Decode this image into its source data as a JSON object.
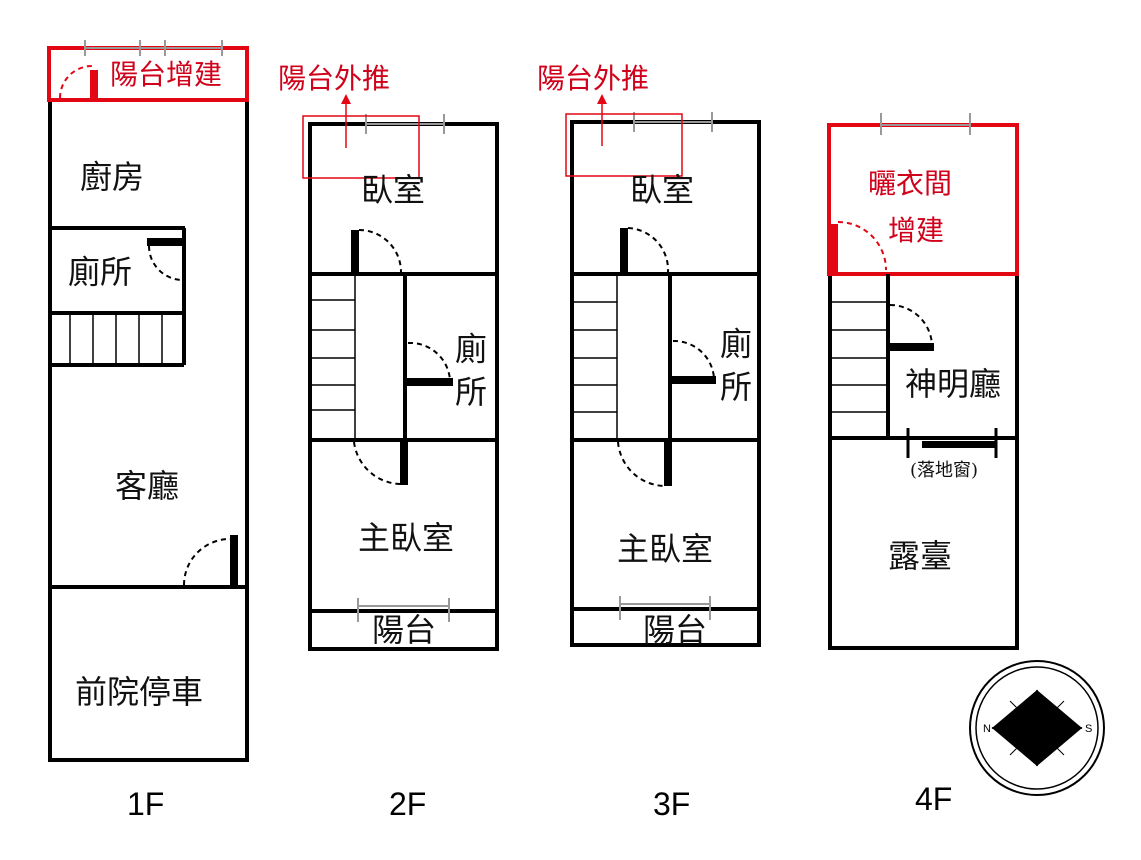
{
  "colors": {
    "wall": "#000000",
    "highlight": "#e30613",
    "note": "#d0021b",
    "window": "#999999"
  },
  "floors": {
    "f1": {
      "label": "1F",
      "rooms": {
        "balcony_addition": "陽台增建",
        "kitchen": "廚房",
        "toilet": "廁所",
        "living": "客廳",
        "front_yard": "前院停車"
      }
    },
    "f2": {
      "label": "2F",
      "annotation": "陽台外推",
      "rooms": {
        "bedroom": "臥室",
        "toilet_a": "廁",
        "toilet_b": "所",
        "master": "主臥室",
        "balcony": "陽台"
      }
    },
    "f3": {
      "label": "3F",
      "annotation": "陽台外推",
      "rooms": {
        "bedroom": "臥室",
        "toilet_a": "廁",
        "toilet_b": "所",
        "master": "主臥室",
        "balcony": "陽台"
      }
    },
    "f4": {
      "label": "4F",
      "rooms": {
        "laundry_line1": "曬衣間",
        "laundry_line2": "增建",
        "shrine": "神明廳",
        "french_window": "(落地窗)",
        "terrace": "露臺"
      }
    }
  },
  "compass": {
    "left": "N",
    "right": "S",
    "icon": "compass-rose-icon"
  }
}
